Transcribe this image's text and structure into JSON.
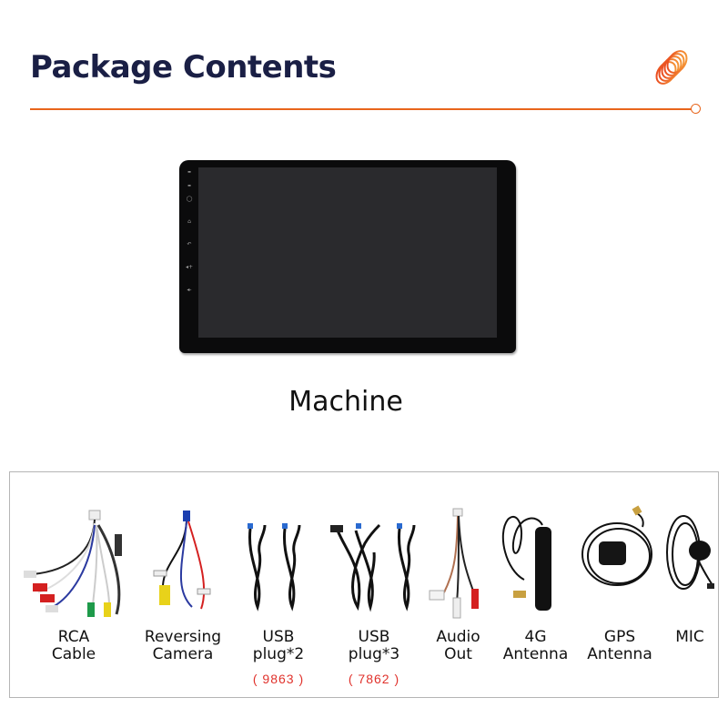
{
  "header": {
    "title": "Package Contents",
    "accent_color": "#e8651c",
    "title_color": "#1a1f45",
    "logo_icon": "orange-coil-logo"
  },
  "machine": {
    "label": "Machine",
    "side_buttons": [
      "mic",
      "rst",
      "power",
      "home",
      "back",
      "vol-up",
      "vol-down"
    ]
  },
  "accessories": {
    "items": [
      {
        "line1": "RCA",
        "line2": "Cable",
        "code": ""
      },
      {
        "line1": "Reversing",
        "line2": "Camera",
        "code": ""
      },
      {
        "line1": "USB",
        "line2": "plug*2",
        "code": "( 9863 )"
      },
      {
        "line1": "USB",
        "line2": "plug*3",
        "code": "( 7862 )"
      },
      {
        "line1": "Audio",
        "line2": "Out",
        "code": ""
      },
      {
        "line1": "4G",
        "line2": "Antenna",
        "code": ""
      },
      {
        "line1": "GPS",
        "line2": "Antenna",
        "code": ""
      },
      {
        "line1": "MIC",
        "line2": "",
        "code": ""
      }
    ],
    "code_color": "#e0322c"
  }
}
